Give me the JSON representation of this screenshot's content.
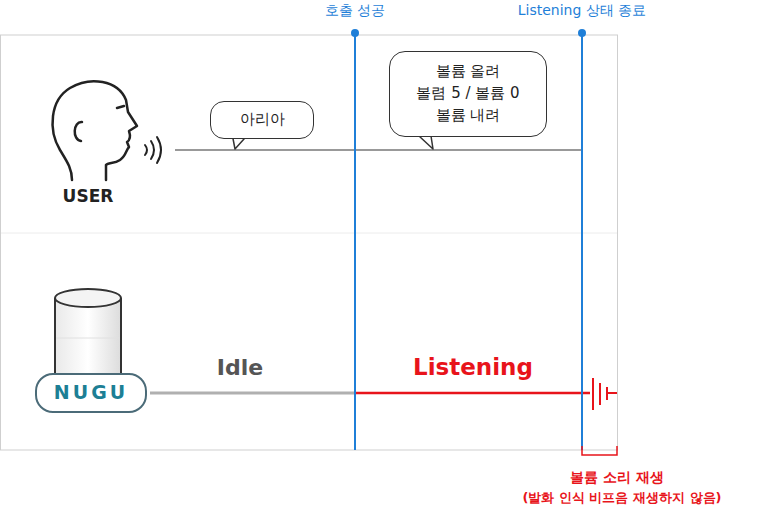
{
  "diagram": {
    "nodes": [
      {
        "text": [
          "아리아"
        ]
      },
      {
        "text": [
          "볼륨 올려",
          "볼렴 5 / 볼륨 0",
          "볼륨 내려"
        ]
      },
      {
        "text": [
          "NUGU"
        ]
      }
    ],
    "labels": [
      "호출 성공",
      "Listening 상태 종료",
      "USER",
      "Idle",
      "Listening",
      "볼륨 소리 재생",
      "(발화 인식 비프음 재생하지 않음)"
    ]
  }
}
